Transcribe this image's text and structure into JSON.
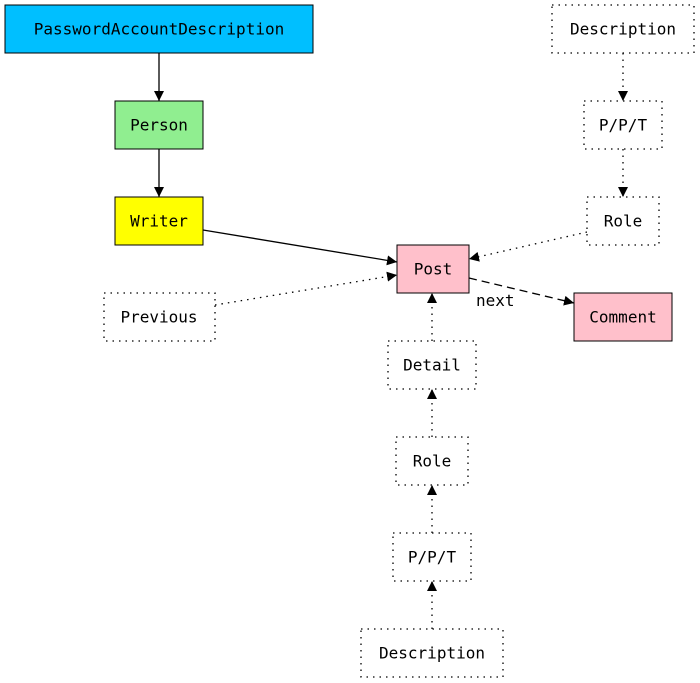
{
  "diagram": {
    "nodes": [
      {
        "id": "password-account-description",
        "label": "PasswordAccountDescription",
        "fill": "#00bfff",
        "style": "solid"
      },
      {
        "id": "person",
        "label": "Person",
        "fill": "#90ee90",
        "style": "solid"
      },
      {
        "id": "writer",
        "label": "Writer",
        "fill": "#ffff00",
        "style": "solid"
      },
      {
        "id": "post",
        "label": "Post",
        "fill": "#ffc0cb",
        "style": "solid"
      },
      {
        "id": "comment",
        "label": "Comment",
        "fill": "#ffc0cb",
        "style": "solid"
      },
      {
        "id": "previous",
        "label": "Previous",
        "fill": "#ffffff",
        "style": "dotted"
      },
      {
        "id": "description-top",
        "label": "Description",
        "fill": "#ffffff",
        "style": "dotted"
      },
      {
        "id": "ppt-top",
        "label": "P/P/T",
        "fill": "#ffffff",
        "style": "dotted"
      },
      {
        "id": "role-top",
        "label": "Role",
        "fill": "#ffffff",
        "style": "dotted"
      },
      {
        "id": "detail",
        "label": "Detail",
        "fill": "#ffffff",
        "style": "dotted"
      },
      {
        "id": "role-bottom",
        "label": "Role",
        "fill": "#ffffff",
        "style": "dotted"
      },
      {
        "id": "ppt-bottom",
        "label": "P/P/T",
        "fill": "#ffffff",
        "style": "dotted"
      },
      {
        "id": "description-bottom",
        "label": "Description",
        "fill": "#ffffff",
        "style": "dotted"
      }
    ],
    "edges": [
      {
        "from": "password-account-description",
        "to": "person",
        "style": "solid",
        "label": ""
      },
      {
        "from": "person",
        "to": "writer",
        "style": "solid",
        "label": ""
      },
      {
        "from": "writer",
        "to": "post",
        "style": "solid",
        "label": ""
      },
      {
        "from": "previous",
        "to": "post",
        "style": "dotted",
        "label": ""
      },
      {
        "from": "role-top",
        "to": "post",
        "style": "dotted",
        "label": ""
      },
      {
        "from": "post",
        "to": "comment",
        "style": "dashed",
        "label": "next"
      },
      {
        "from": "detail",
        "to": "post",
        "style": "dotted",
        "label": ""
      },
      {
        "from": "role-bottom",
        "to": "detail",
        "style": "dotted",
        "label": ""
      },
      {
        "from": "ppt-bottom",
        "to": "role-bottom",
        "style": "dotted",
        "label": ""
      },
      {
        "from": "description-bottom",
        "to": "ppt-bottom",
        "style": "dotted",
        "label": ""
      },
      {
        "from": "description-top",
        "to": "ppt-top",
        "style": "dotted",
        "label": ""
      },
      {
        "from": "ppt-top",
        "to": "role-top",
        "style": "dotted",
        "label": ""
      }
    ],
    "colors": {
      "stroke": "#000000"
    }
  }
}
